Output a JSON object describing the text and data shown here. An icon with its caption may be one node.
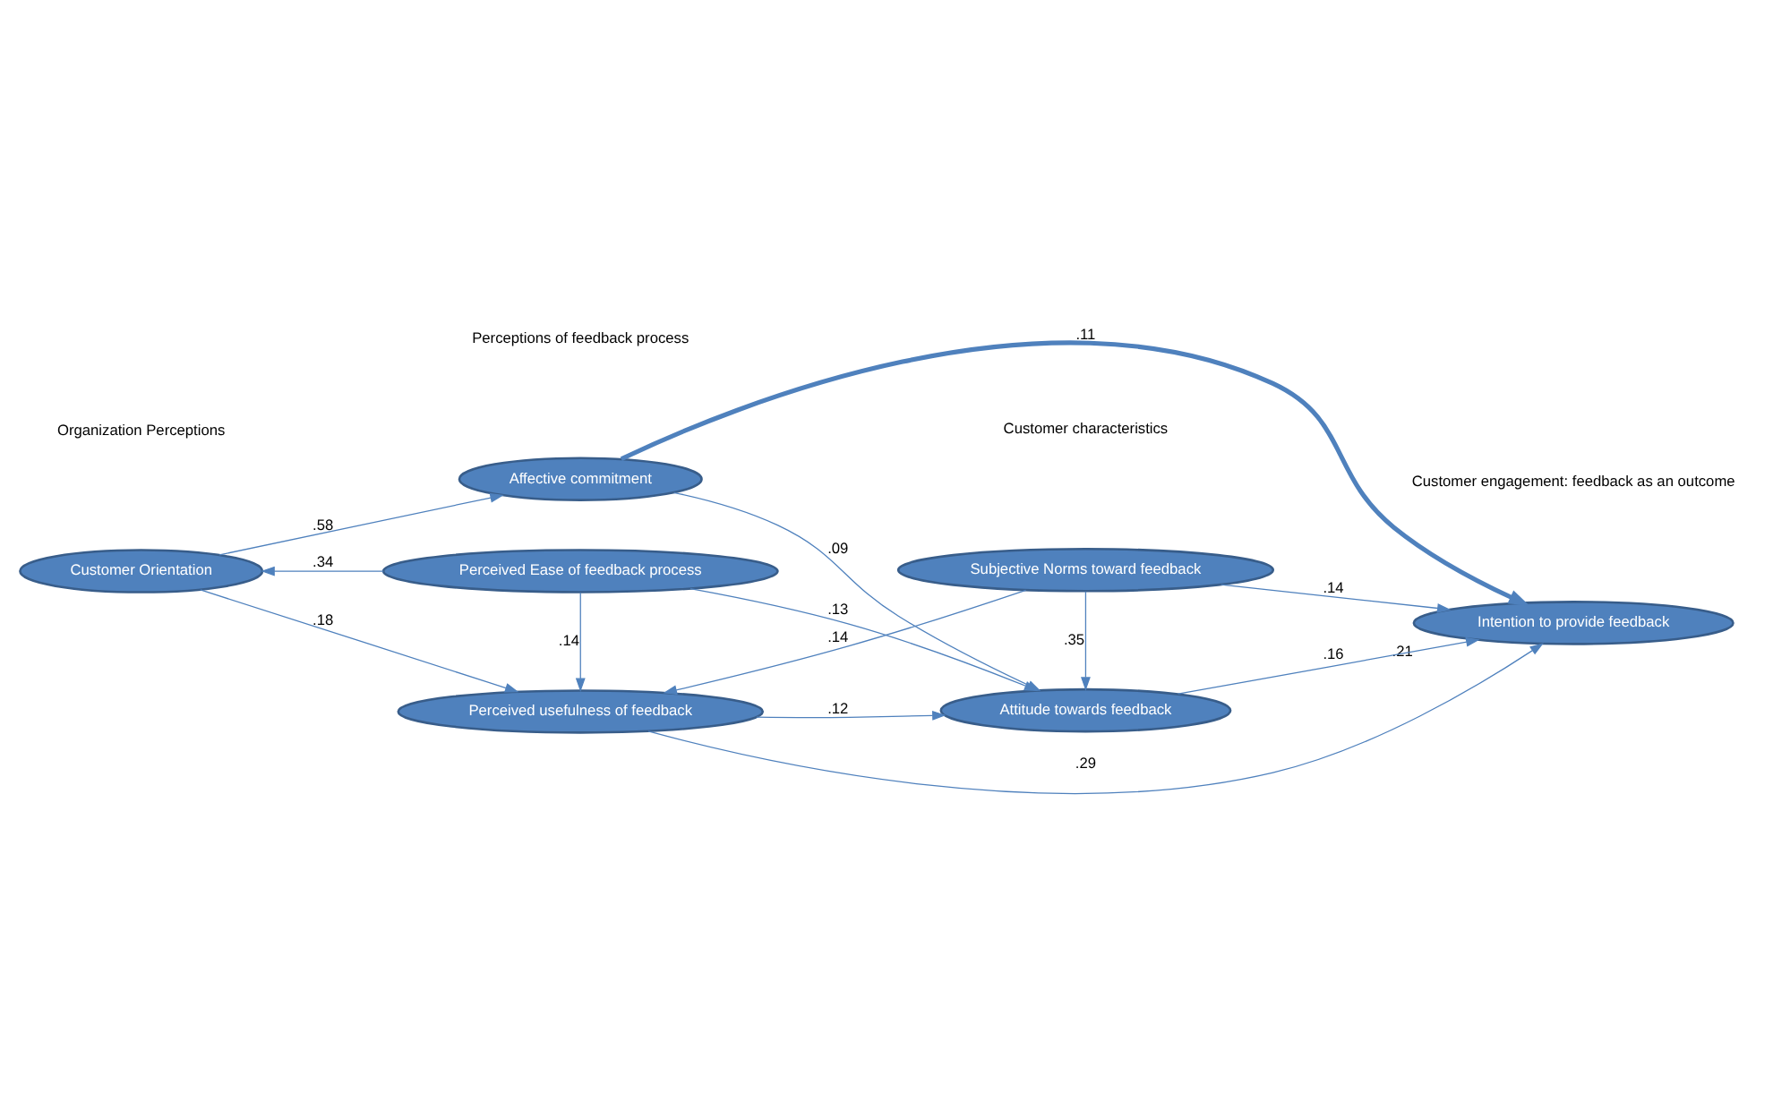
{
  "diagram": {
    "nodes": [
      {
        "text": [
          "Affective commitment"
        ]
      },
      {
        "text": [
          "Customer Orientation"
        ]
      },
      {
        "text": [
          "Perceived Ease of feedback process"
        ]
      },
      {
        "text": [
          "Attitude towards feedback"
        ]
      },
      {
        "text": [
          "Intention to provide feedback"
        ],
        "beside": [
          ".21"
        ]
      },
      {
        "text": [
          "Perceived usefulness of feedback"
        ]
      },
      {
        "text": [
          "Subjective Norms toward feedback"
        ]
      }
    ],
    "edges": [
      {
        "from": 1,
        "to": 0,
        "arrow": "to",
        "label": ".58"
      },
      {
        "from": 2,
        "to": 1,
        "arrow": "to",
        "label": ".34"
      },
      {
        "from": 0,
        "to": 3,
        "arrow": "to",
        "label": ".09"
      },
      {
        "from": 0,
        "to": 4,
        "arrow": "to",
        "label": ".11",
        "style": "thick"
      },
      {
        "from": 2,
        "to": 3,
        "arrow": "to",
        "label": ".13"
      },
      {
        "from": 3,
        "to": 4,
        "arrow": "to",
        "label": ".16"
      },
      {
        "from": 2,
        "to": 5,
        "arrow": "to",
        "label": ".14"
      },
      {
        "from": 1,
        "to": 5,
        "arrow": "to",
        "label": ".18"
      },
      {
        "from": 5,
        "to": 3,
        "arrow": "to",
        "label": ".12"
      },
      {
        "from": 5,
        "to": 4,
        "arrow": "to",
        "label": ".29"
      },
      {
        "from": 6,
        "to": 3,
        "arrow": "to",
        "label": ".35"
      },
      {
        "from": 6,
        "to": 4,
        "arrow": "to",
        "label": ".14"
      },
      {
        "from": 6,
        "to": 5,
        "arrow": "to",
        "label": ".14"
      }
    ],
    "labels": [
      "Organization Perceptions",
      "Perceptions of feedback process",
      "Customer characteristics",
      "Customer engagement: feedback as an outcome"
    ]
  }
}
